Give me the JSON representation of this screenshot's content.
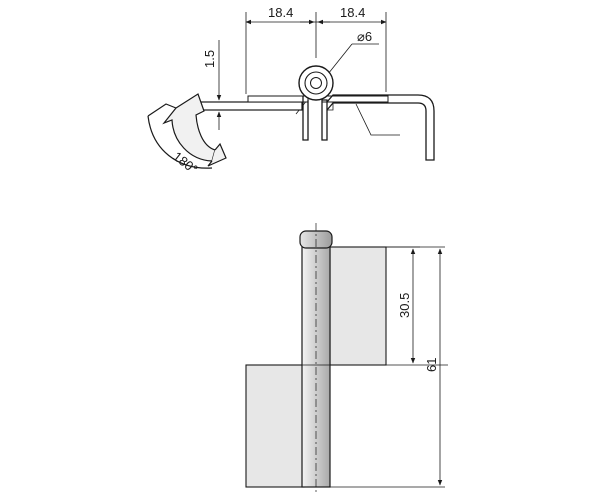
{
  "top_view": {
    "dim_width_left": "18.4",
    "dim_width_right": "18.4",
    "dim_diameter_symbol": "⌀",
    "dim_diameter_value": "6",
    "dim_thickness": "1.5",
    "rotation_label": "180°"
  },
  "side_view": {
    "dim_leaf_height": "30.5",
    "dim_total_height": "61"
  },
  "colors": {
    "line": "#1a1a1a",
    "leaf_fill": "#e7e7e7",
    "pin_fill": "#cfcfcf",
    "arrow_fill": "#f1f1f1"
  }
}
